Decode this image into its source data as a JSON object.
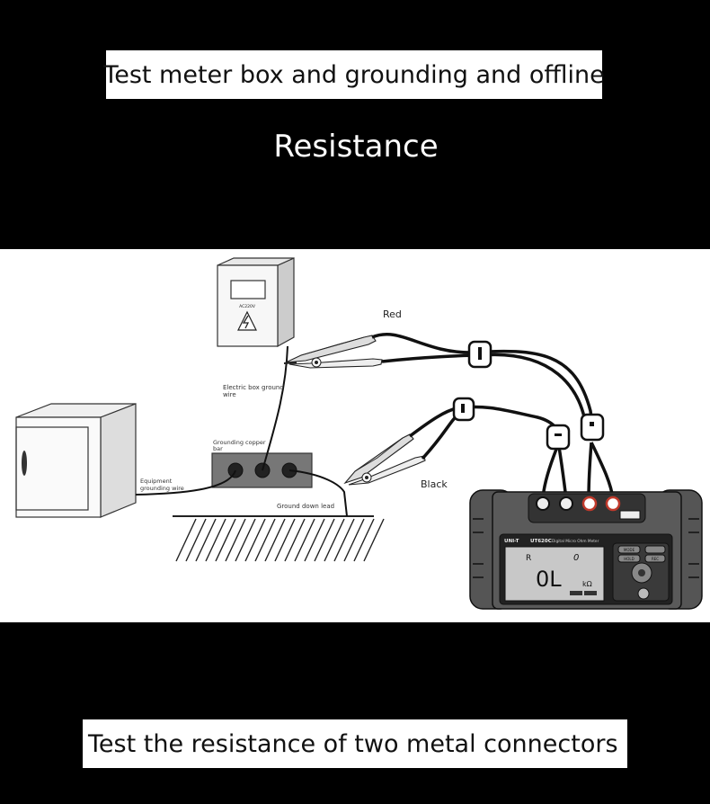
{
  "banners": {
    "top": "Test meter box and grounding and offline",
    "resistance": "Resistance",
    "bottom": "Test the resistance of two metal connectors"
  },
  "diagram": {
    "electric_box": {
      "voltage_label": "AC220V"
    },
    "labels": {
      "red": "Red",
      "black": "Black",
      "electric_box_ground_wire_line1": "Electric box ground",
      "electric_box_ground_wire_line2": "wire",
      "grounding_bar_line1": "Grounding copper",
      "grounding_bar_line2": "bar",
      "equipment_wire_line1": "Equipment",
      "equipment_wire_line2": "grounding wire",
      "ground_down_lead": "Ground down lead"
    },
    "meter": {
      "brand": "UNI-T",
      "model": "UT620C",
      "model_description": "Digital Micro Ohm Meter",
      "display_mode": "R",
      "display_value": "0L",
      "display_unit": "kΩ",
      "display_counter": "0",
      "keys": {
        "mode": "MODE",
        "hold": "HOLD",
        "rec": "REC"
      }
    }
  }
}
